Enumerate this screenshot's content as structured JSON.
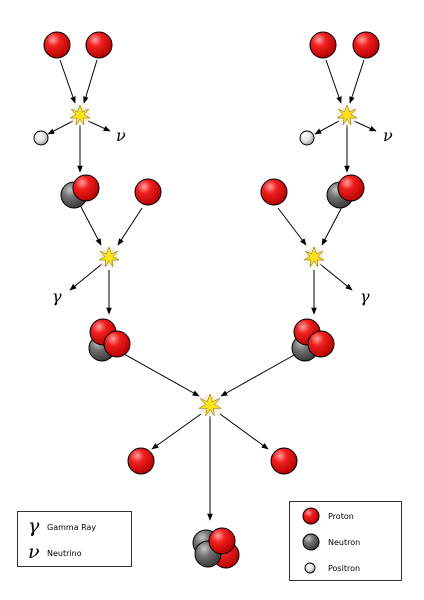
{
  "symbols": {
    "gamma": "γ",
    "neutrino": "ν"
  },
  "legend_left": [
    {
      "symbol": "γ",
      "label": "Gamma Ray"
    },
    {
      "symbol": "ν",
      "label": "Neutrino"
    }
  ],
  "legend_right": [
    {
      "particle": "proton",
      "label": "Proton"
    },
    {
      "particle": "neutron",
      "label": "Neutron"
    },
    {
      "particle": "positron",
      "label": "Positron"
    }
  ],
  "colors": {
    "proton": "#ee1c1c",
    "neutron": "#6e6e6e",
    "positron": "#e6e6e6",
    "flash": "#ffe21a",
    "arrow": "#000000"
  }
}
